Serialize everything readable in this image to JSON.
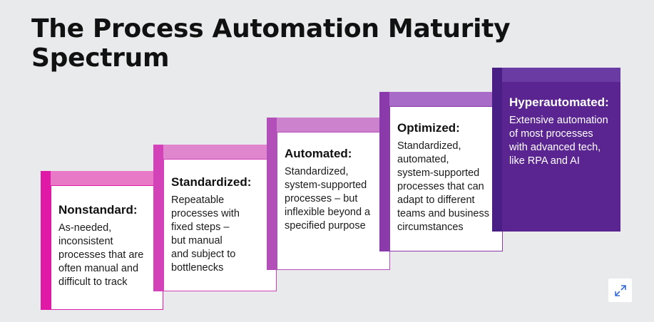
{
  "title": "The Process Automation Maturity Spectrum",
  "steps": [
    {
      "heading": "Nonstandard:",
      "lines": [
        "As-needed,",
        "inconsistent",
        "processes that are",
        "often manual and",
        "difficult to track"
      ]
    },
    {
      "heading": "Standardized:",
      "lines": [
        "Repeatable",
        "processes with",
        "fixed steps –",
        "but manual",
        "and subject to",
        "bottlenecks"
      ]
    },
    {
      "heading": "Automated:",
      "lines": [
        "Standardized,",
        "system-supported",
        "processes – but",
        "inflexible beyond a",
        "specified purpose"
      ]
    },
    {
      "heading": "Optimized:",
      "lines": [
        "Standardized,",
        "automated,",
        "system-supported",
        "processes that can",
        "adapt to different",
        "teams and business",
        "circumstances"
      ]
    },
    {
      "heading": "Hyperautomated:",
      "lines": [
        "Extensive automation",
        "of most processes",
        "with advanced tech,",
        "like RPA and AI"
      ]
    }
  ],
  "colors": {
    "step_top": [
      "#e879c7",
      "#df86cf",
      "#cc82cc",
      "#a86cc8",
      "#6a3ba2"
    ],
    "step_side": [
      "#e01aa6",
      "#d442b9",
      "#b24fb8",
      "#8a3aaa",
      "#4a1f85"
    ],
    "step_border": [
      "#e01aa6",
      "#d442b9",
      "#b24fb8",
      "#8a3aaa",
      "#4a1f85"
    ],
    "hyper_face": "#5a2591"
  },
  "expand_icon": "expand-arrows-icon"
}
